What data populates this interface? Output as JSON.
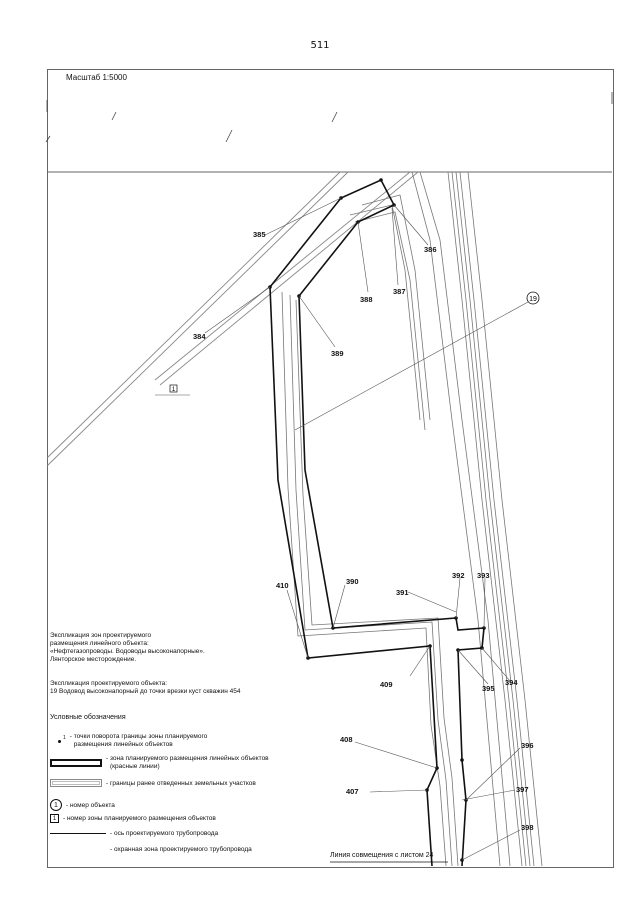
{
  "page_number": "511",
  "scale": "Масштаб 1:5000",
  "object_marker": "19",
  "zone_marker": "1",
  "points": {
    "p384": "384",
    "p385": "385",
    "p386": "386",
    "p387": "387",
    "p388": "388",
    "p389": "389",
    "p390": "390",
    "p391": "391",
    "p392": "392",
    "p393": "393",
    "p394": "394",
    "p395": "395",
    "p396": "396",
    "p397": "397",
    "p398": "398",
    "p407": "407",
    "p408": "408",
    "p409": "409",
    "p410": "410"
  },
  "explication_zones": {
    "line1": "Экспликация зон проектируемого",
    "line2": "размещения линейного объекта:",
    "line3": "«Нефтегазопроводы. Водоводы высоконапорные».",
    "line4": "Лянторское месторождение."
  },
  "explication_object": {
    "line1": "Экспликация проектируемого объекта:",
    "line2": "19   Водовод высоконапорный до точки врезки куст скважин 454"
  },
  "legend": {
    "title": "Условные обозначения",
    "point_sup": "1",
    "turn_points_1": "- точки поворота границы зоны планируемого",
    "turn_points_2": "размещения линейных объектов",
    "red_lines_1": "- зона планируемого размещения линейных объектов",
    "red_lines_2": "(красные линии)",
    "prev_plots": "- границы ранее отведенных земельных участков",
    "object_num_symbol": "1",
    "object_num": "- номер  объекта",
    "zone_num_symbol": "1",
    "zone_num": "- номер зоны планируемого размещения объектов",
    "axis": "- ось проектируемого трубопровода",
    "protective": "- охранная зона проектируемого трубопровода"
  },
  "match_line": "Линия совмещения с листом 24"
}
